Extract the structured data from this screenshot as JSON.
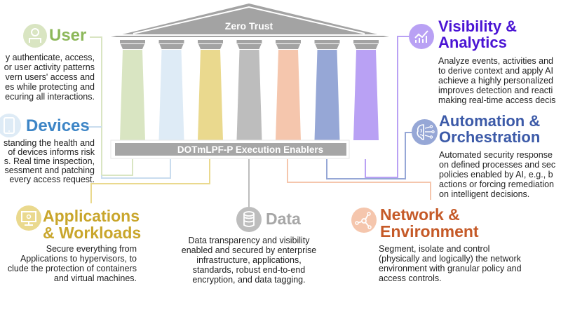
{
  "header": {
    "roof_label": "Zero Trust",
    "base_label": "DOTmLPF-P Execution Enablers"
  },
  "colors": {
    "user": "#8db85a",
    "devices": "#3d85c6",
    "applications": "#c9a62c",
    "data": "#a6a6a6",
    "network": "#c55a28",
    "automation": "#3c5aa8",
    "visibility": "#4a14d4",
    "roof": "#a0a0a0"
  },
  "pillars": [
    {
      "name": "user",
      "color": "#d9e5c2"
    },
    {
      "name": "devices",
      "color": "#deebf6"
    },
    {
      "name": "applications",
      "color": "#ead98e"
    },
    {
      "name": "data",
      "color": "#bdbdbd"
    },
    {
      "name": "network",
      "color": "#f5c6ad"
    },
    {
      "name": "automation",
      "color": "#96a7d6"
    },
    {
      "name": "visibility",
      "color": "#b9a1f4"
    }
  ],
  "pillar_details": {
    "user": {
      "title": "User",
      "icon": "user-icon",
      "lines": [
        "y authenticate, access,",
        "or user activity patterns",
        "vern users' access and",
        "es while protecting and",
        "ecuring all interactions."
      ]
    },
    "devices": {
      "title": "Devices",
      "icon": "tablet-icon",
      "lines": [
        "standing the health and",
        "of devices informs risk",
        "s. Real time inspection,",
        "sessment and patching",
        "every access request."
      ]
    },
    "applications": {
      "title_line1": "Applications",
      "title_line2": "& Workloads",
      "icon": "monitor-gear-icon",
      "lines": [
        "Secure everything from",
        "Applications to hypervisors, to",
        "clude the protection of containers",
        "and virtual machines."
      ]
    },
    "data": {
      "title": "Data",
      "icon": "database-icon",
      "lines": [
        "Data transparency and visibility",
        "enabled and secured by enterprise",
        "infrastructure, applications,",
        "standards, robust end-to-end",
        "encryption, and data tagging."
      ]
    },
    "network": {
      "title_line1": "Network &",
      "title_line2": "Environment",
      "icon": "network-nodes-icon",
      "lines": [
        "Segment, isolate and control",
        "(physically and logically) the network",
        "environment with granular policy and",
        "access controls."
      ]
    },
    "automation": {
      "title_line1": "Automation &",
      "title_line2": "Orchestration",
      "icon": "brain-circuit-icon",
      "lines": [
        "Automated security response",
        "on defined processes and sec",
        "policies enabled by AI, e.g., b",
        "actions or forcing remediation",
        "on intelligent decisions."
      ]
    },
    "visibility": {
      "title_line1": "Visibility &",
      "title_line2": "Analytics",
      "icon": "analytics-chart-icon",
      "lines": [
        "Analyze events, activities and",
        "to derive context and apply AI",
        "achieve a highly personalized",
        "improves detection and reacti",
        "making real-time access decis"
      ]
    }
  }
}
